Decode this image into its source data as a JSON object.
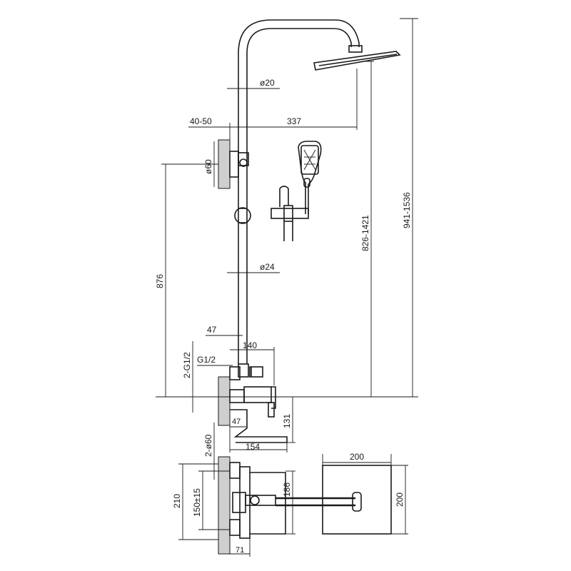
{
  "drawing": {
    "dimensions": {
      "pipe_top_diameter": "ø20",
      "arm_length": "337",
      "wall_offset": "40-50",
      "flange_diameter": "ø60",
      "pipe_lower_diameter": "ø24",
      "bracket_height": "876",
      "pipe_offset": "47",
      "mixer_width": "140",
      "inlet_thread_pair": "2-G1/2",
      "inlet_thread": "G1/2",
      "spout_wall_offset": "47",
      "spout_height": "131",
      "spout_length": "154",
      "shower_head_height": "826-1421",
      "total_height": "941-1536",
      "flange_pair_diameter": "2-ø60",
      "inlet_spacing_outer": "210",
      "inlet_spacing": "150±15",
      "mixer_height": "186",
      "mixer_depth": "71",
      "head_width": "200",
      "head_depth": "200"
    }
  }
}
